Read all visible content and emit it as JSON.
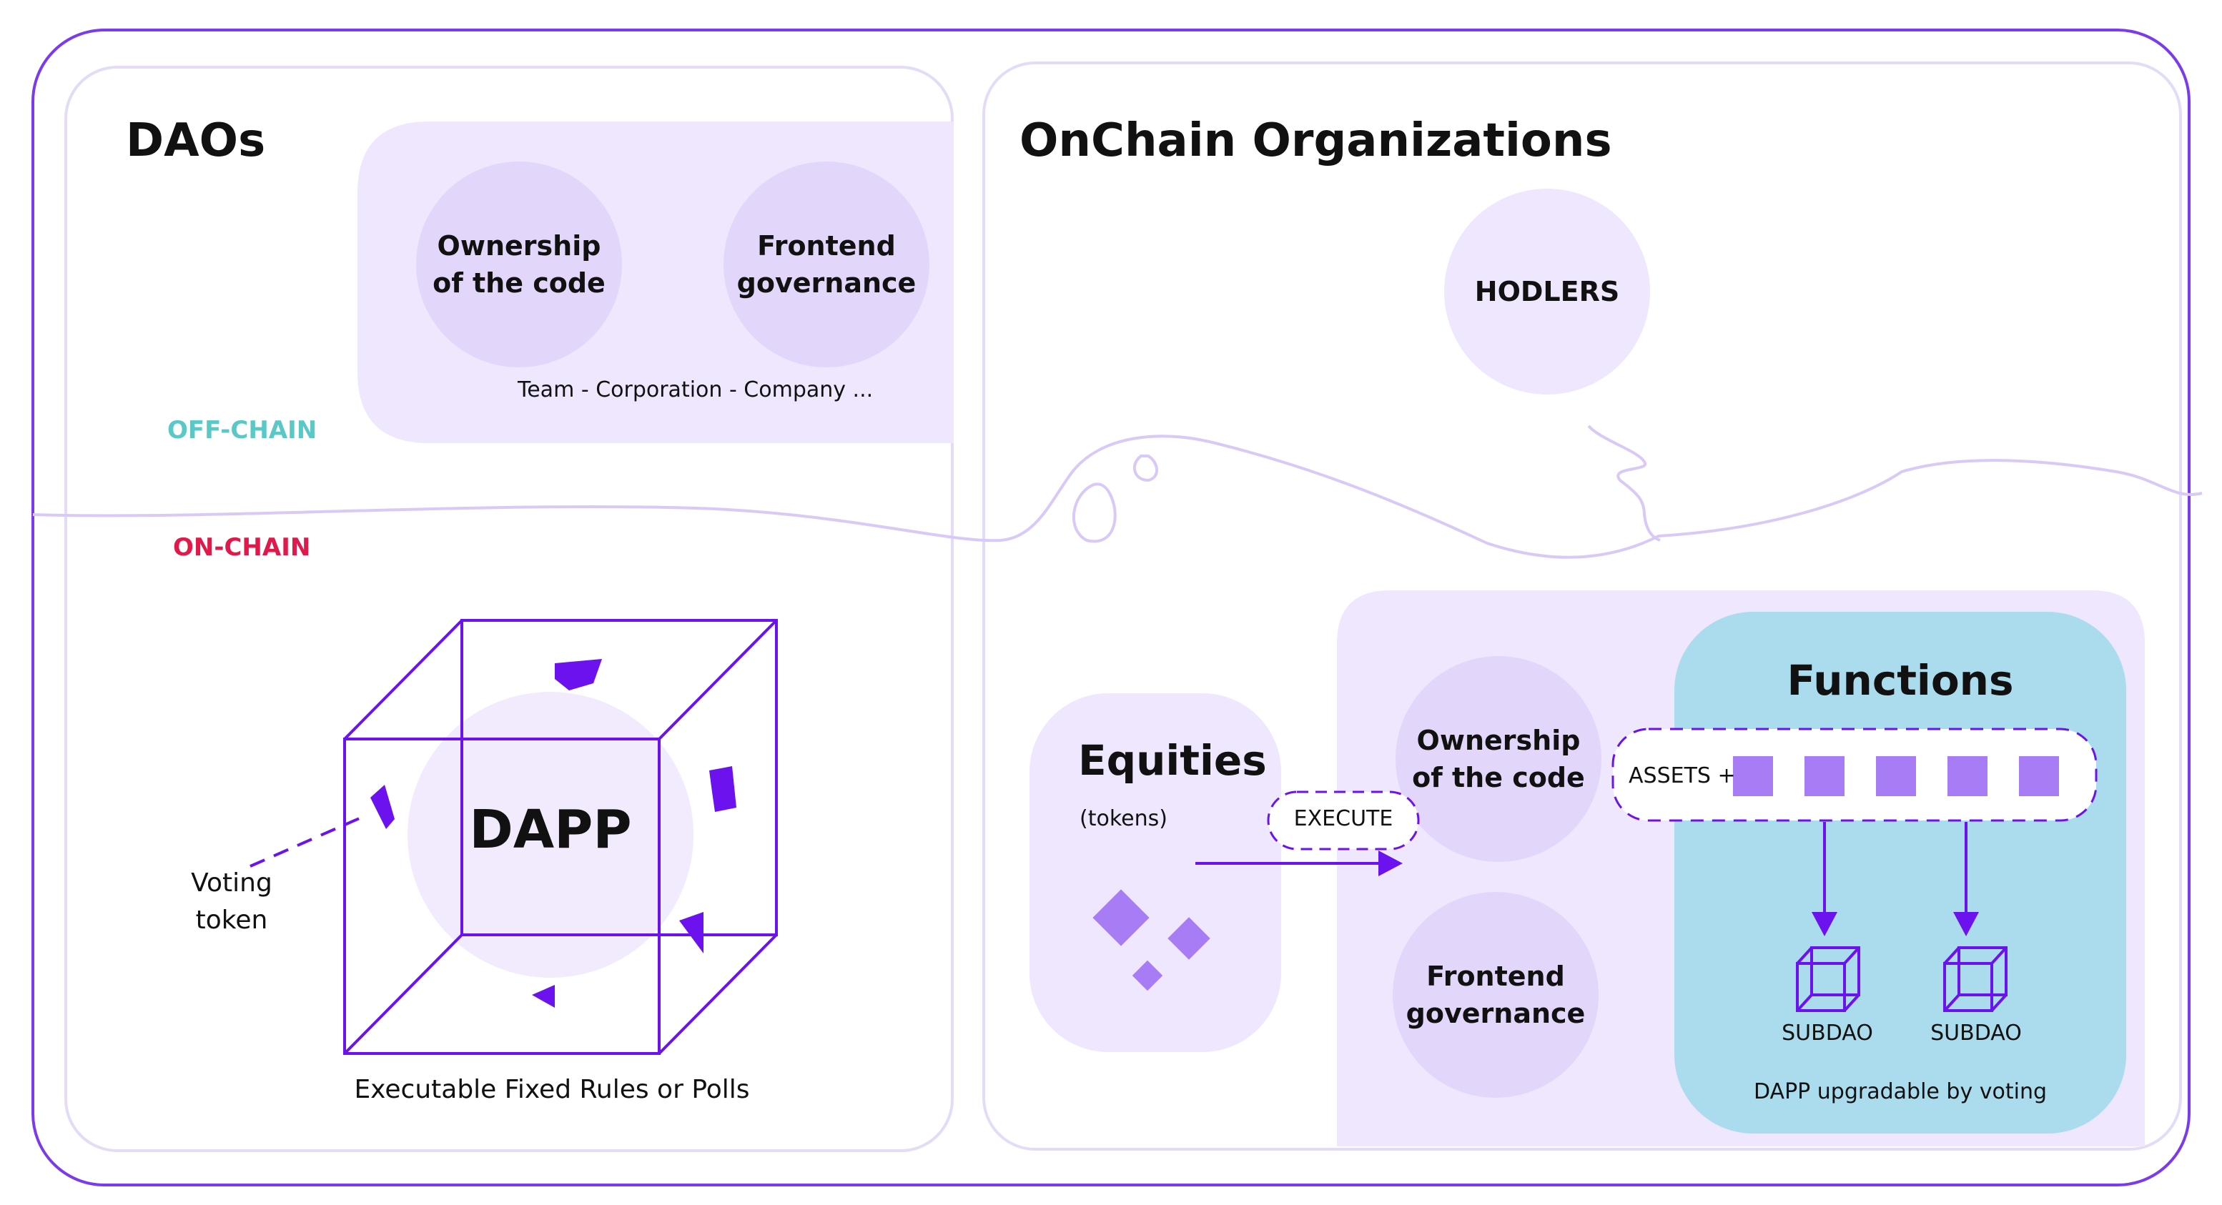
{
  "left_panel": {
    "title": "DAOs",
    "offchain_label": "OFF-CHAIN",
    "onchain_label": "ON-CHAIN",
    "circle_ownership": "Ownership\nof the code",
    "circle_frontend": "Frontend\ngovernance",
    "team_label": "Team - Corporation - Company ...",
    "dapp_label": "DAPP",
    "voting_token_label": "Voting\ntoken",
    "rules_label": "Executable Fixed Rules or Polls"
  },
  "right_panel": {
    "title": "OnChain Organizations",
    "hodlers_label": "HODLERS",
    "equities_title": "Equities",
    "equities_subtitle": "(tokens)",
    "execute_label": "EXECUTE",
    "circle_ownership": "Ownership\nof the code",
    "circle_frontend": "Frontend\ngovernance",
    "functions_title": "Functions",
    "assets_label": "ASSETS +",
    "subdao_1": "SUBDAO",
    "subdao_2": "SUBDAO",
    "upgradable_label": "DAPP upgradable by voting"
  },
  "colors": {
    "outer_border": "#7c3aed",
    "panel_border": "#e4dcf7",
    "lavender_fill": "#efe7fd",
    "circle_fill": "#e3d6fb",
    "accent_purple": "#6b12ee",
    "token_purple": "#a77cf4",
    "functions_blue": "#abdcee",
    "offchain_teal": "#5bc8c8",
    "onchain_red": "#e0194a"
  }
}
